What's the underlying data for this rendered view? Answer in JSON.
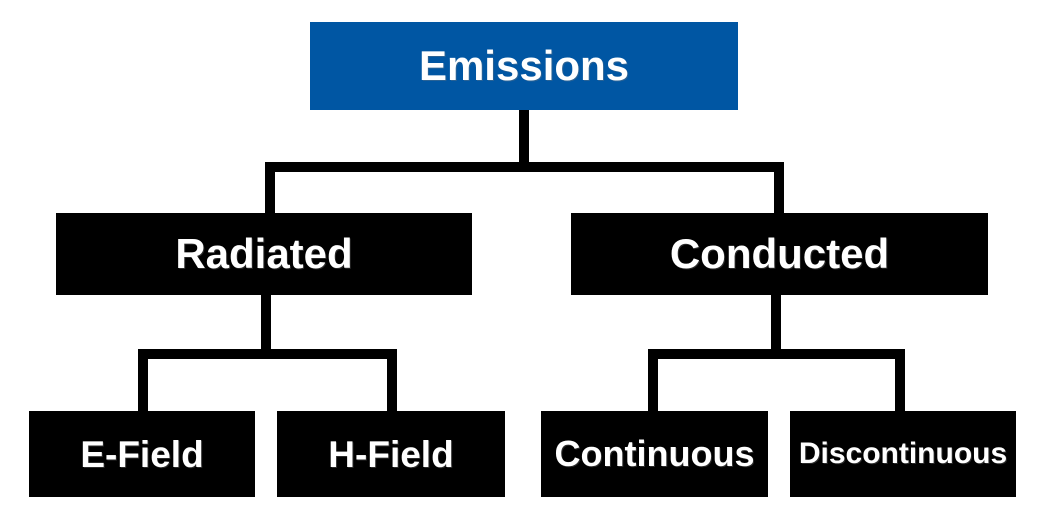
{
  "diagram": {
    "type": "tree",
    "root": {
      "id": "emissions",
      "label": "Emissions",
      "children": [
        {
          "id": "radiated",
          "label": "Radiated",
          "children": [
            {
              "id": "e-field",
              "label": "E-Field"
            },
            {
              "id": "h-field",
              "label": "H-Field"
            }
          ]
        },
        {
          "id": "conducted",
          "label": "Conducted",
          "children": [
            {
              "id": "continuous",
              "label": "Continuous"
            },
            {
              "id": "discontinuous",
              "label": "Discontinuous"
            }
          ]
        }
      ]
    },
    "colors": {
      "root_box": "#0056a3",
      "child_box": "#000000",
      "label_text": "#ffffff",
      "connector": "#000000",
      "background": "#ffffff"
    }
  }
}
